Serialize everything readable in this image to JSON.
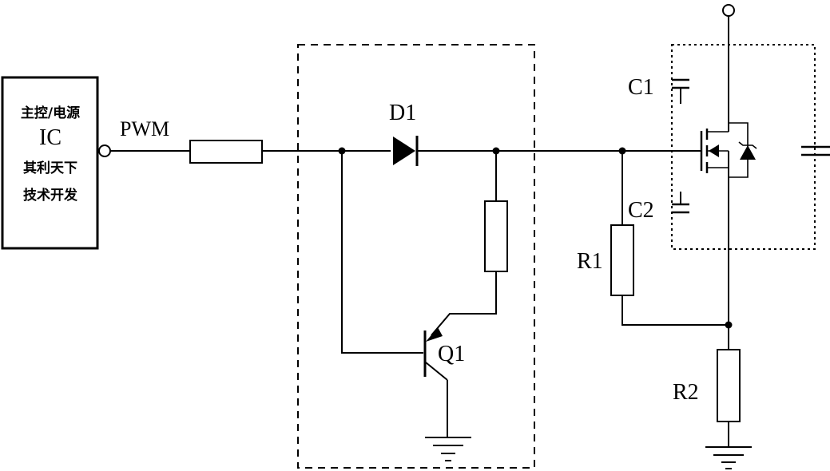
{
  "ic_block": {
    "line1": "主控/电源",
    "line2": "IC",
    "line3": "其利天下",
    "line4": "技术开发"
  },
  "labels": {
    "pwm": "PWM",
    "d1": "D1",
    "q1": "Q1",
    "c1": "C1",
    "c2": "C2",
    "r1": "R1",
    "r2": "R2"
  }
}
